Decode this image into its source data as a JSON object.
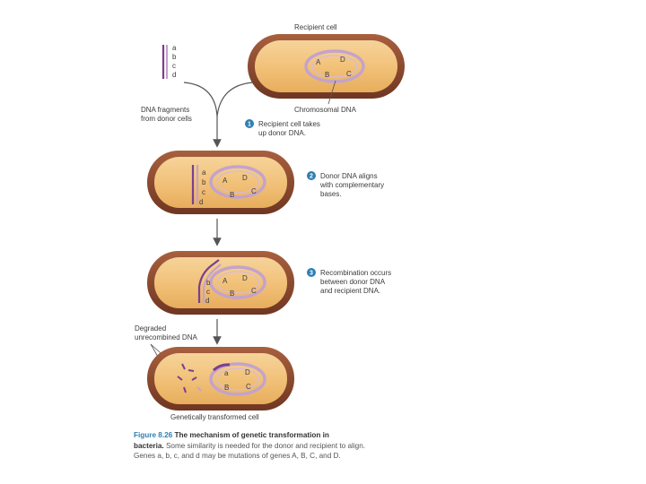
{
  "labels": {
    "recipient_cell": "Recipient cell",
    "chromosomal_dna": "Chromosomal DNA",
    "dna_fragments_line1": "DNA fragments",
    "dna_fragments_line2": "from donor cells",
    "degraded_line1": "Degraded",
    "degraded_line2": "unrecombined DNA",
    "transformed_cell": "Genetically transformed cell"
  },
  "genes": {
    "upper": [
      "A",
      "B",
      "C",
      "D"
    ],
    "lower": [
      "a",
      "b",
      "c",
      "d"
    ]
  },
  "steps": [
    {
      "number": "1",
      "lines": [
        "Recipient cell takes",
        "up donor DNA."
      ]
    },
    {
      "number": "2",
      "lines": [
        "Donor DNA aligns",
        "with complementary",
        "bases."
      ]
    },
    {
      "number": "3",
      "lines": [
        "Recombination occurs",
        "between donor DNA",
        "and recipient DNA."
      ]
    }
  ],
  "caption": {
    "figure": "Figure 8.26",
    "title_part1": "The mechanism of genetic transformation in",
    "title_part2": "bacteria.",
    "text_part1": "Some similarity is needed for the donor and recipient to align.",
    "text_part2": "Genes a, b, c, and d may be mutations of genes A, B, C, and D."
  },
  "colors": {
    "cell_wall": "#8c4a2f",
    "cytoplasm": "#f2c27a",
    "dna": "#c3a3cc",
    "donor_dna": "#7a3f8f",
    "step_badge": "#2f7fb3",
    "arrow": "#555555"
  }
}
